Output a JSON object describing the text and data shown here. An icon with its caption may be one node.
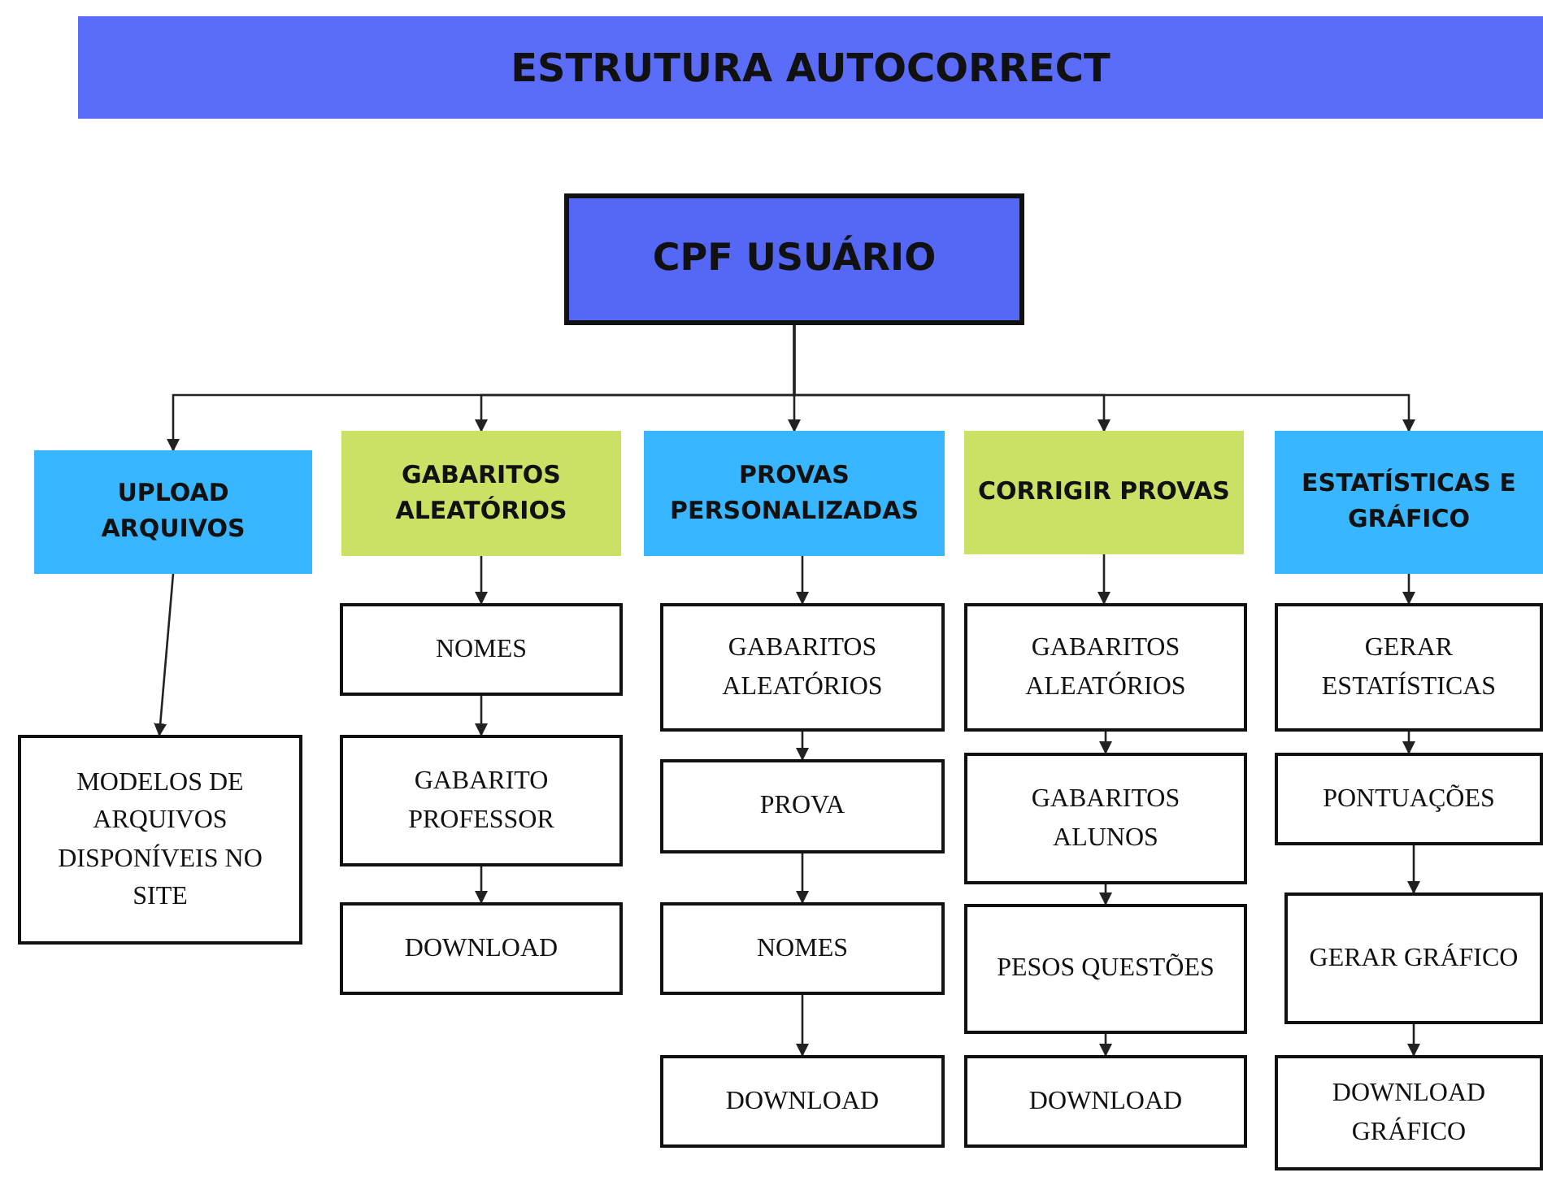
{
  "diagram": {
    "title": "ESTRUTURA AUTOCORRECT",
    "nodes": [
      {
        "text": [
          "CPF USUÁRIO"
        ]
      },
      {
        "text": [
          "UPLOAD ARQUIVOS"
        ]
      },
      {
        "text": [
          "GABARITOS ALEATÓRIOS"
        ]
      },
      {
        "text": [
          "PROVAS PERSONALIZADAS"
        ]
      },
      {
        "text": [
          "CORRIGIR PROVAS"
        ]
      },
      {
        "text": [
          "ESTATÍSTICAS E GRÁFICO"
        ]
      },
      {
        "text": [
          "MODELOS DE ARQUIVOS DISPONÍVEIS NO SITE"
        ]
      },
      {
        "text": [
          "NOMES"
        ]
      },
      {
        "text": [
          "GABARITO PROFESSOR"
        ]
      },
      {
        "text": [
          "DOWNLOAD"
        ]
      },
      {
        "text": [
          "GABARITOS ALEATÓRIOS"
        ]
      },
      {
        "text": [
          "PROVA"
        ]
      },
      {
        "text": [
          "NOMES"
        ]
      },
      {
        "text": [
          "DOWNLOAD"
        ]
      },
      {
        "text": [
          "GABARITOS ALEATÓRIOS"
        ]
      },
      {
        "text": [
          "GABARITOS ALUNOS"
        ]
      },
      {
        "text": [
          "PESOS QUESTÕES"
        ]
      },
      {
        "text": [
          "DOWNLOAD"
        ]
      },
      {
        "text": [
          "GERAR ESTATÍSTICAS"
        ]
      },
      {
        "text": [
          "PONTUAÇÕES"
        ]
      },
      {
        "text": [
          "GERAR GRÁFICO"
        ]
      },
      {
        "text": [
          "DOWNLOAD GRÁFICO"
        ]
      }
    ],
    "edges": [
      {
        "from": 0,
        "to": 1,
        "arrow": "to"
      },
      {
        "from": 0,
        "to": 2,
        "arrow": "to"
      },
      {
        "from": 0,
        "to": 3,
        "arrow": "to"
      },
      {
        "from": 0,
        "to": 4,
        "arrow": "to"
      },
      {
        "from": 0,
        "to": 5,
        "arrow": "to"
      },
      {
        "from": 1,
        "to": 6,
        "arrow": "to"
      },
      {
        "from": 2,
        "to": 7,
        "arrow": "to"
      },
      {
        "from": 7,
        "to": 8,
        "arrow": "to"
      },
      {
        "from": 8,
        "to": 9,
        "arrow": "to"
      },
      {
        "from": 3,
        "to": 10,
        "arrow": "to"
      },
      {
        "from": 10,
        "to": 11,
        "arrow": "to"
      },
      {
        "from": 11,
        "to": 12,
        "arrow": "to"
      },
      {
        "from": 12,
        "to": 13,
        "arrow": "to"
      },
      {
        "from": 4,
        "to": 14,
        "arrow": "to"
      },
      {
        "from": 14,
        "to": 15,
        "arrow": "to"
      },
      {
        "from": 15,
        "to": 16,
        "arrow": "to"
      },
      {
        "from": 16,
        "to": 17,
        "arrow": "to"
      },
      {
        "from": 5,
        "to": 18,
        "arrow": "to"
      },
      {
        "from": 18,
        "to": 19,
        "arrow": "to"
      },
      {
        "from": 19,
        "to": 20,
        "arrow": "to"
      },
      {
        "from": 20,
        "to": 21,
        "arrow": "to"
      }
    ]
  }
}
